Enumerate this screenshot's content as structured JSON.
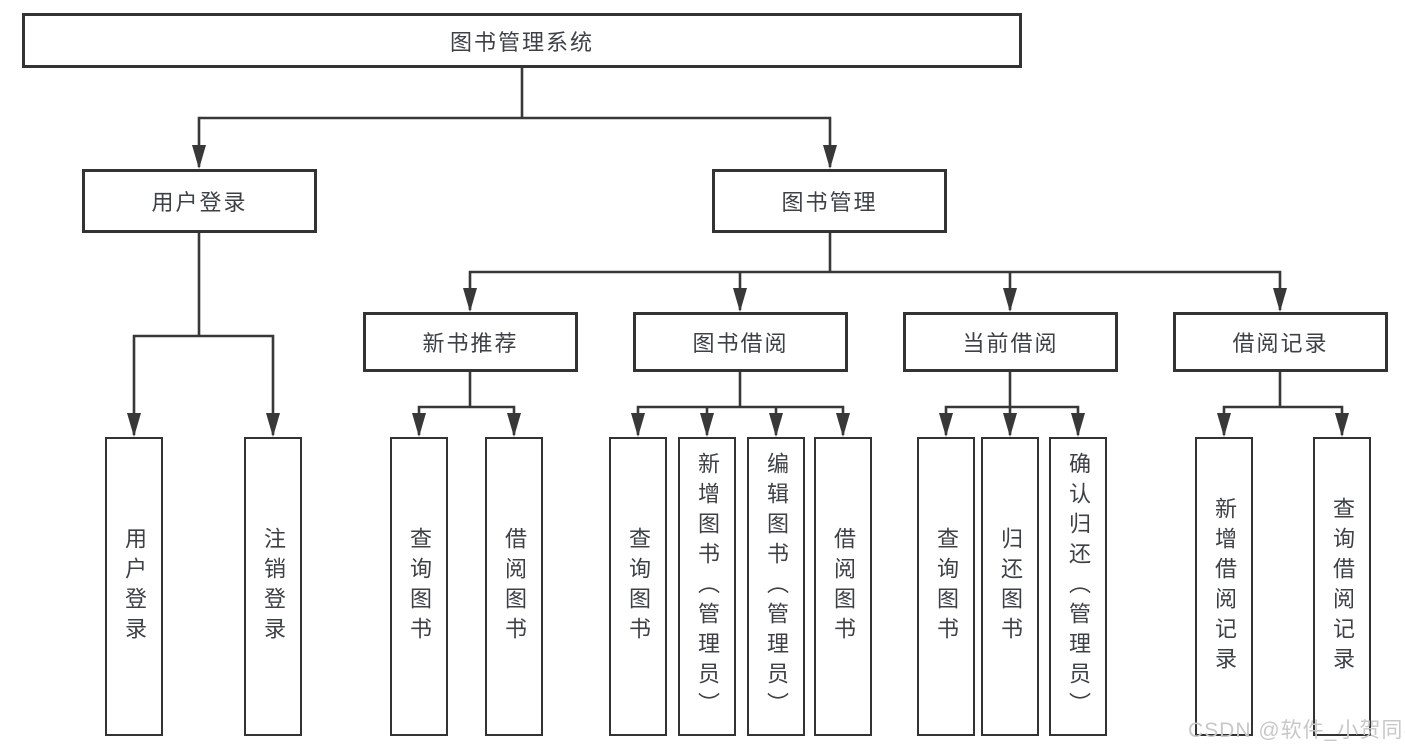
{
  "nodes": {
    "root": "图书管理系统",
    "level2": {
      "login": "用户登录",
      "manage": "图书管理"
    },
    "level3": {
      "recommend": "新书推荐",
      "borrow": "图书借阅",
      "current": "当前借阅",
      "records": "借阅记录"
    },
    "leaves": {
      "login": [
        "用户登录",
        "注销登录"
      ],
      "recommend": [
        "查询图书",
        "借阅图书"
      ],
      "borrow": [
        "查询图书",
        "新增图书（管理员）",
        "编辑图书（管理员）",
        "借阅图书"
      ],
      "current": [
        "查询图书",
        "归还图书",
        "确认归还（管理员）"
      ],
      "records": [
        "新增借阅记录",
        "查询借阅记录"
      ]
    }
  },
  "watermark": "CSDN @软件_小贺同学",
  "colors": {
    "line": "#383838",
    "box_border": "#333333",
    "text": "#3d4045",
    "watermark": "#c8c8c8",
    "background": "#ffffff"
  }
}
